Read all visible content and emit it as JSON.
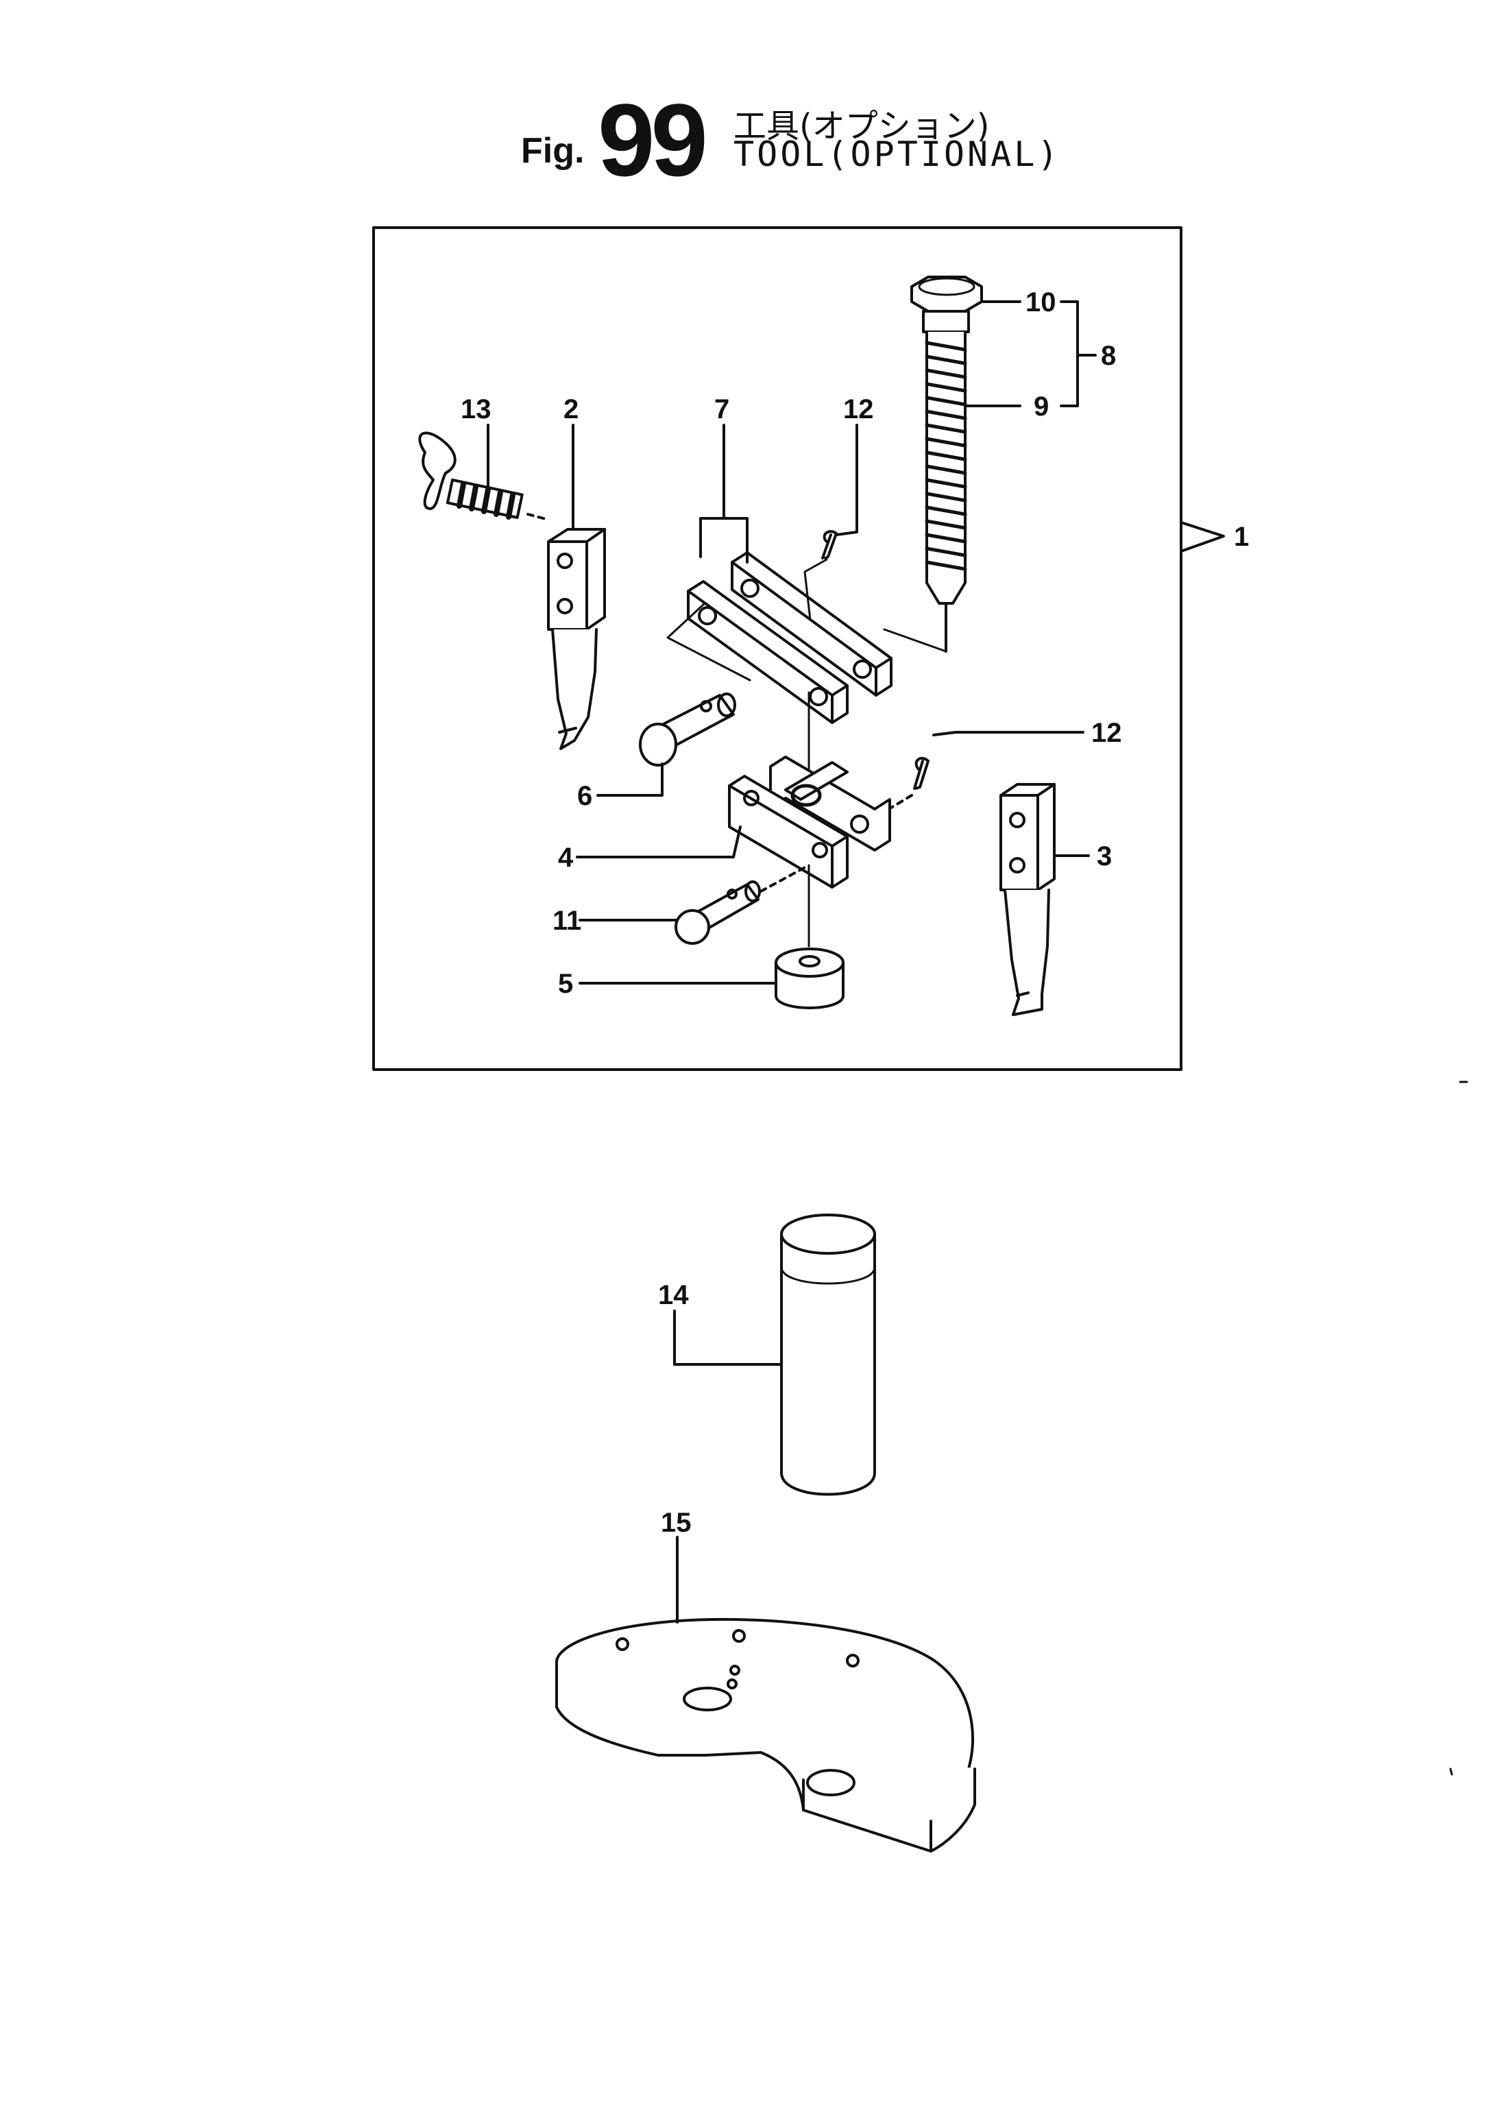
{
  "figure": {
    "prefix": "Fig.",
    "number": "99",
    "title_jp": "工具(オプション)",
    "title_en": "TOOL(OPTIONAL)"
  },
  "callouts": {
    "c1": "1",
    "c2": "2",
    "c3": "3",
    "c4": "4",
    "c5": "5",
    "c6": "6",
    "c7": "7",
    "c8": "8",
    "c9": "9",
    "c10": "10",
    "c11": "11",
    "c12a": "12",
    "c12b": "12",
    "c13": "13",
    "c14": "14",
    "c15": "15"
  }
}
